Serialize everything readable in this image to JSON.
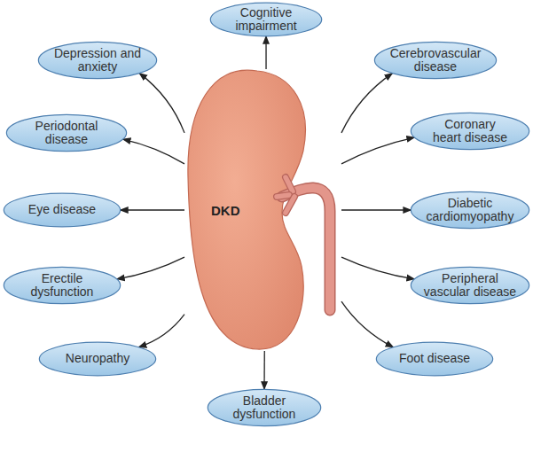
{
  "diagram": {
    "nodes": [
      {
        "text": [
          "Cognitive impairment"
        ]
      },
      {
        "text": [
          "Depression and anxiety"
        ]
      },
      {
        "text": [
          "Cerebrovascular disease"
        ]
      },
      {
        "text": [
          "Periodontal disease"
        ]
      },
      {
        "text": [
          "Coronary heart disease"
        ]
      },
      {
        "text": [
          "Eye disease"
        ]
      },
      {
        "text": [
          "DKD"
        ]
      },
      {
        "text": [
          "Diabetic cardiomyopathy"
        ]
      },
      {
        "text": [
          "Erectile dysfunction"
        ]
      },
      {
        "text": [
          "Peripheral vascular disease"
        ]
      },
      {
        "text": [
          "Neuropathy"
        ]
      },
      {
        "text": [
          "Foot disease"
        ]
      },
      {
        "text": [
          "Bladder dysfunction"
        ]
      }
    ],
    "edges": [
      {
        "from": 6,
        "to": 0,
        "arrow": "to"
      },
      {
        "from": 6,
        "to": 1,
        "arrow": "to"
      },
      {
        "from": 6,
        "to": 2,
        "arrow": "to"
      },
      {
        "from": 6,
        "to": 3,
        "arrow": "to"
      },
      {
        "from": 6,
        "to": 4,
        "arrow": "to"
      },
      {
        "from": 6,
        "to": 5,
        "arrow": "to"
      },
      {
        "from": 6,
        "to": 7,
        "arrow": "to"
      },
      {
        "from": 6,
        "to": 8,
        "arrow": "to"
      },
      {
        "from": 6,
        "to": 9,
        "arrow": "to"
      },
      {
        "from": 6,
        "to": 10,
        "arrow": "to"
      },
      {
        "from": 6,
        "to": 11,
        "arrow": "to"
      },
      {
        "from": 6,
        "to": 12,
        "arrow": "to"
      }
    ]
  }
}
